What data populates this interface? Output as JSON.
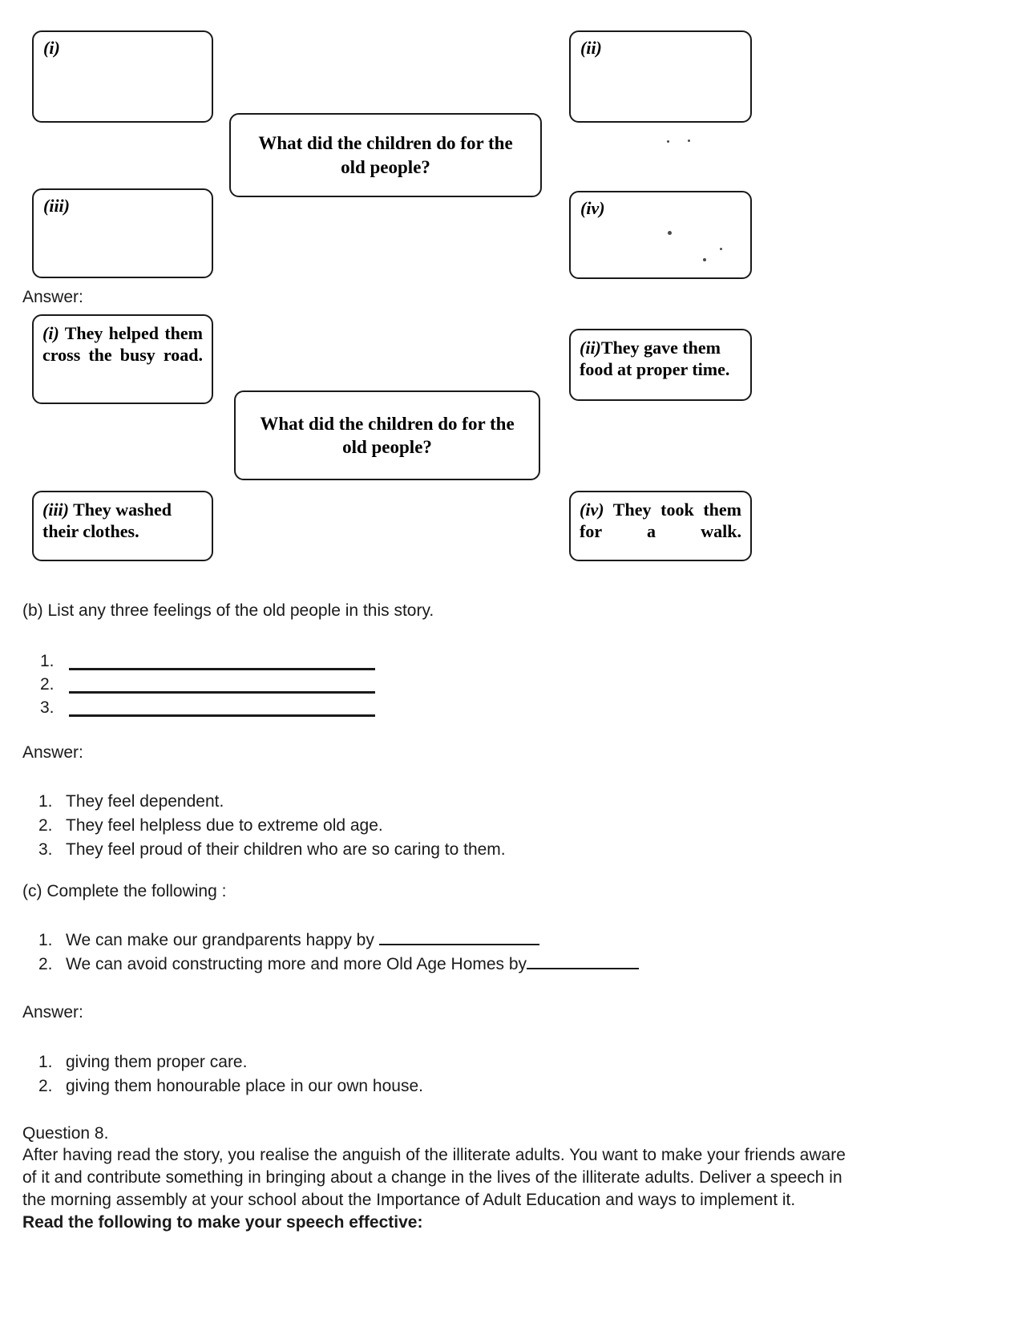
{
  "diagram_top": {
    "boxes": [
      {
        "label": "(i)",
        "text": ""
      },
      {
        "label": "(ii)",
        "text": ""
      },
      {
        "label": "(iii)",
        "text": ""
      },
      {
        "label": "(iv)",
        "text": ""
      }
    ],
    "center_question": "What did the children do for the old people?"
  },
  "answer_label_a": "Answer:",
  "diagram_answer": {
    "boxes": [
      {
        "label": "(i)",
        "text": "They helped them cross the busy road."
      },
      {
        "label": "(ii)",
        "text": "They gave them food at proper time."
      },
      {
        "label": "(iii)",
        "text": "They washed their clothes."
      },
      {
        "label": "(iv)",
        "text": "They took them for a walk."
      }
    ],
    "center_question": "What did the children do for the old people?"
  },
  "part_b": {
    "prompt": "(b) List any three feelings of the old people in this story.",
    "blank_numbers": [
      "1.",
      "2.",
      "3."
    ],
    "answer_label": "Answer:",
    "answers": [
      {
        "num": "1.",
        "text": "They feel dependent."
      },
      {
        "num": "2.",
        "text": "They feel helpless due to extreme old age."
      },
      {
        "num": "3.",
        "text": "They feel proud of their children who are so caring to them."
      }
    ]
  },
  "part_c": {
    "prompt": "(c) Complete the following :",
    "items": [
      {
        "num": "1.",
        "text": "We can make our grandparents happy by"
      },
      {
        "num": "2.",
        "text": "We can avoid constructing more and more Old Age Homes by"
      }
    ],
    "answer_label": "Answer:",
    "answers": [
      {
        "num": "1.",
        "text": "giving them proper care."
      },
      {
        "num": "2.",
        "text": "giving them honourable place in our own house."
      }
    ]
  },
  "question_8": {
    "heading": "Question 8.",
    "line1": "After having read the story, you realise the anguish of the illiterate adults. You want to make your friends aware",
    "line2": "of it and contribute something in bringing about a change in the lives of the illiterate adults. Deliver a speech in",
    "line3": "the morning assembly at your school about the Importance of Adult Education and ways to implement it.",
    "line4_bold": "Read the following to make your speech effective:"
  }
}
